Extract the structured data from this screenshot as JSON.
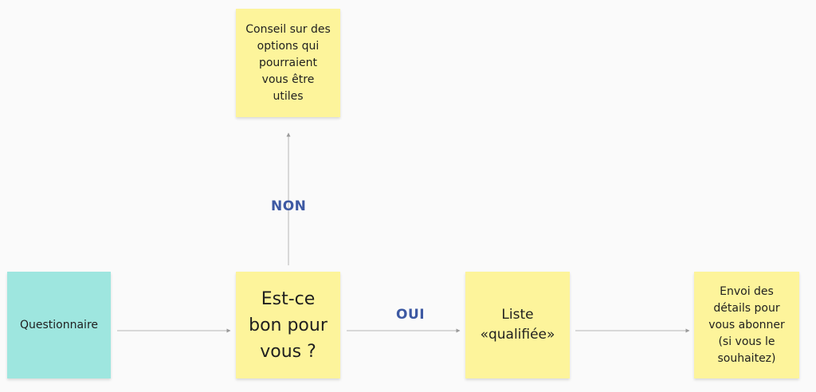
{
  "notes": {
    "conseil": "Conseil sur des options qui pourraient vous être utiles",
    "questionnaire": "Questionnaire",
    "question": "Est-ce bon pour vous ?",
    "liste": "Liste «qualifiée»",
    "envoi": "Envoi des détails pour vous abonner (si vous le souhaitez)"
  },
  "edges": {
    "non_label": "NON",
    "oui_label": "OUI"
  },
  "colors": {
    "note_yellow": "#fdf49b",
    "note_teal": "#9ee6df",
    "label_blue": "#3d59a3",
    "connector": "#9a9a9a"
  }
}
